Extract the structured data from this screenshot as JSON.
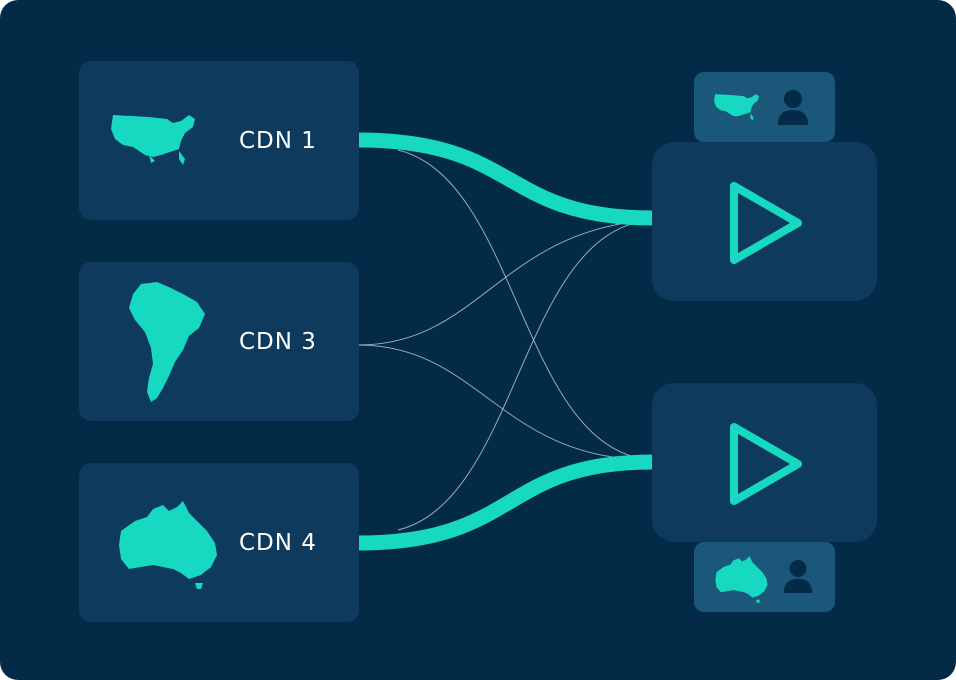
{
  "colors": {
    "background": "#032a47",
    "card": "#0d3a5d",
    "viewer_tag": "#1a5778",
    "accent": "#17d8c1",
    "thin_link": "#b9c9d4"
  },
  "cdns": [
    {
      "label": "CDN 1",
      "region_icon": "usa-map-icon"
    },
    {
      "label": "CDN 3",
      "region_icon": "south-america-map-icon"
    },
    {
      "label": "CDN 4",
      "region_icon": "australia-map-icon"
    }
  ],
  "players": [
    {
      "icon": "play-icon",
      "viewer": {
        "region_icon": "usa-map-icon",
        "person_icon": "user-icon"
      }
    },
    {
      "icon": "play-icon",
      "viewer": {
        "region_icon": "australia-map-icon",
        "person_icon": "user-icon"
      }
    }
  ]
}
